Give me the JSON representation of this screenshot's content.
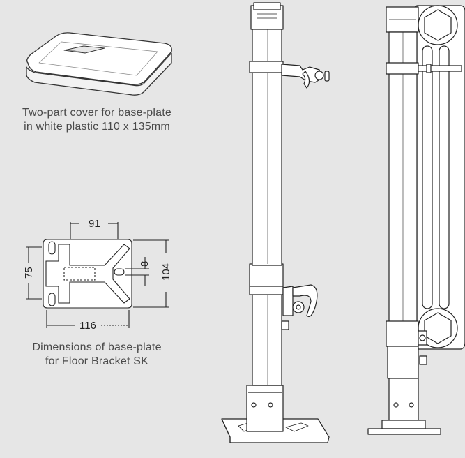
{
  "captions": {
    "cover": {
      "line1": "Two-part cover for base-plate",
      "line2": "in white plastic 110 x 135mm"
    },
    "base_plate": {
      "line1": "Dimensions of base-plate",
      "line2": "for Floor Bracket SK"
    }
  },
  "dimensions": {
    "top_width": "91",
    "bottom_width": "116",
    "left_height": "75",
    "right_height": "104",
    "slot": "8"
  }
}
